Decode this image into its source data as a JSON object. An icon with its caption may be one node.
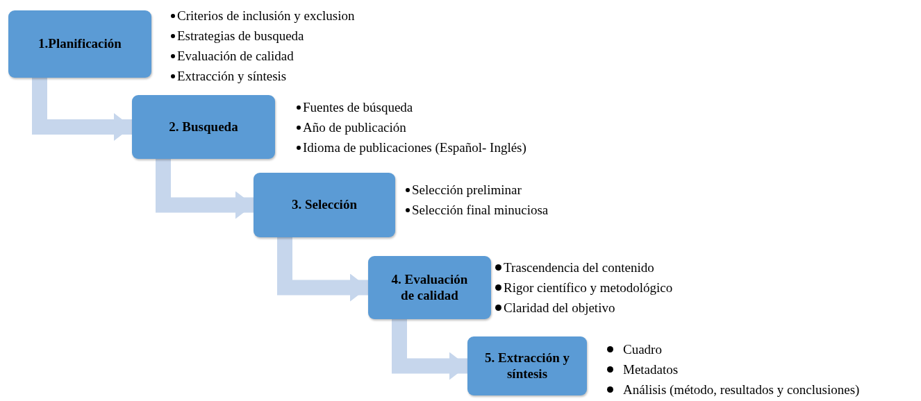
{
  "diagram": {
    "nodes": [
      {
        "text": [
          "1.Planificación"
        ],
        "beside": [
          "Criterios de inclusión y exclusion",
          "Estrategias de busqueda",
          "Evaluación de calidad",
          "Extracción y síntesis"
        ]
      },
      {
        "text": [
          "2. Busqueda"
        ],
        "beside": [
          "Fuentes de búsqueda",
          "Año de publicación",
          "Idioma de publicaciones (Español- Inglés)"
        ]
      },
      {
        "text": [
          "3. Selección"
        ],
        "beside": [
          "Selección preliminar",
          "Selección final minuciosa"
        ]
      },
      {
        "text": [
          "4. Evaluación de calidad"
        ],
        "beside": [
          "Trascendencia del contenido",
          "Rigor científico y metodológico",
          "Claridad del objetivo"
        ]
      },
      {
        "text": [
          "5. Extracción y síntesis"
        ],
        "beside": [
          "Cuadro",
          "Metadatos",
          "Análisis (método, resultados y conclusiones)"
        ]
      }
    ],
    "edges": [
      {
        "from": 0,
        "to": 1,
        "arrow": "to"
      },
      {
        "from": 1,
        "to": 2,
        "arrow": "to"
      },
      {
        "from": 2,
        "to": 3,
        "arrow": "to"
      },
      {
        "from": 3,
        "to": 4,
        "arrow": "to"
      }
    ]
  }
}
